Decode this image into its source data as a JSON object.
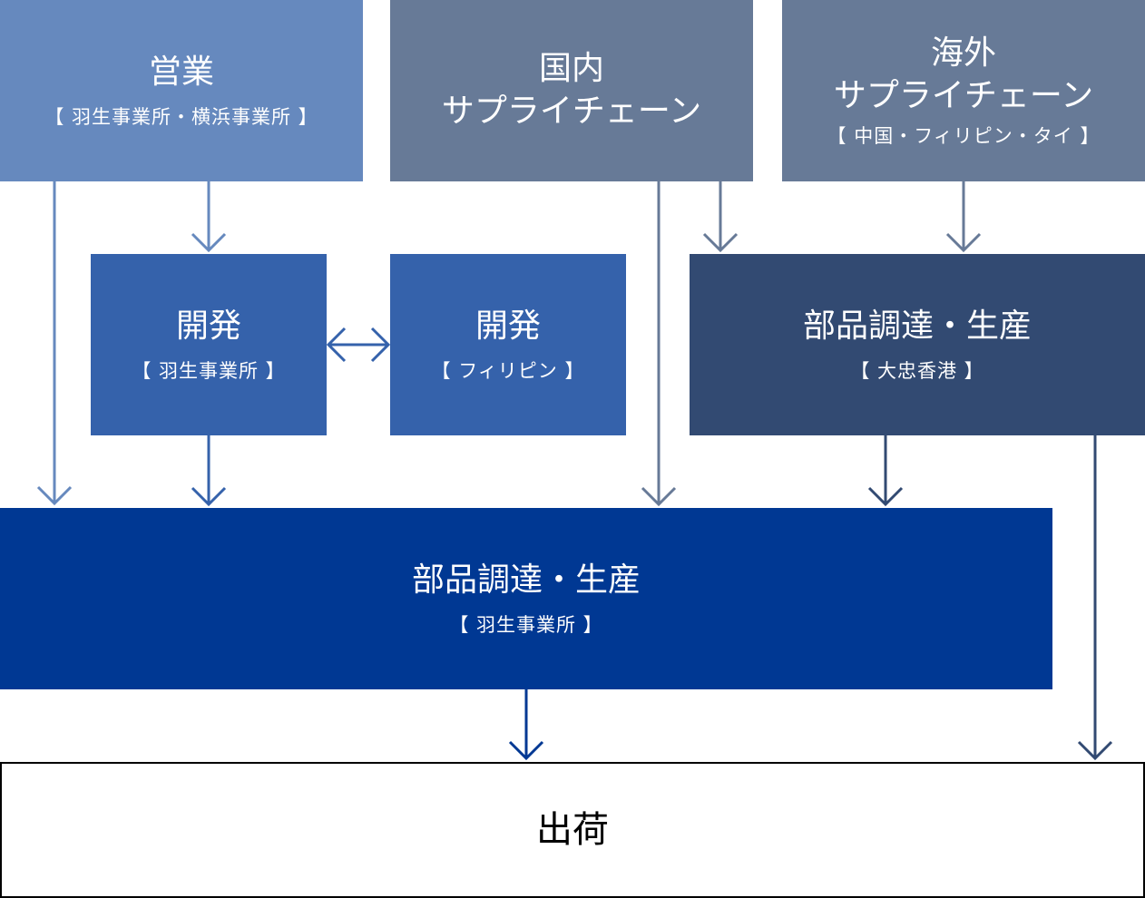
{
  "nodes": {
    "sales": {
      "title": "営業",
      "sub": "【 羽生事業所・横浜事業所 】"
    },
    "domestic": {
      "title_line1": "国内",
      "title_line2": "サプライチェーン"
    },
    "overseas": {
      "title_line1": "海外",
      "title_line2": "サプライチェーン",
      "sub": "【 中国・フィリピン・タイ 】"
    },
    "dev_hanyu": {
      "title": "開発",
      "sub": "【 羽生事業所 】"
    },
    "dev_ph": {
      "title": "開発",
      "sub": "【 フィリピン 】"
    },
    "prod_dachu": {
      "title": "部品調達・生産",
      "sub": "【 大忠香港 】"
    },
    "prod_hanyu": {
      "title": "部品調達・生産",
      "sub": "【 羽生事業所 】"
    },
    "shipping": {
      "title": "出荷"
    }
  },
  "colors": {
    "sales": "#6689be",
    "supply_chain": "#677a97",
    "development": "#3562ab",
    "prod_dachu": "#324a72",
    "prod_hanyu": "#003893"
  }
}
